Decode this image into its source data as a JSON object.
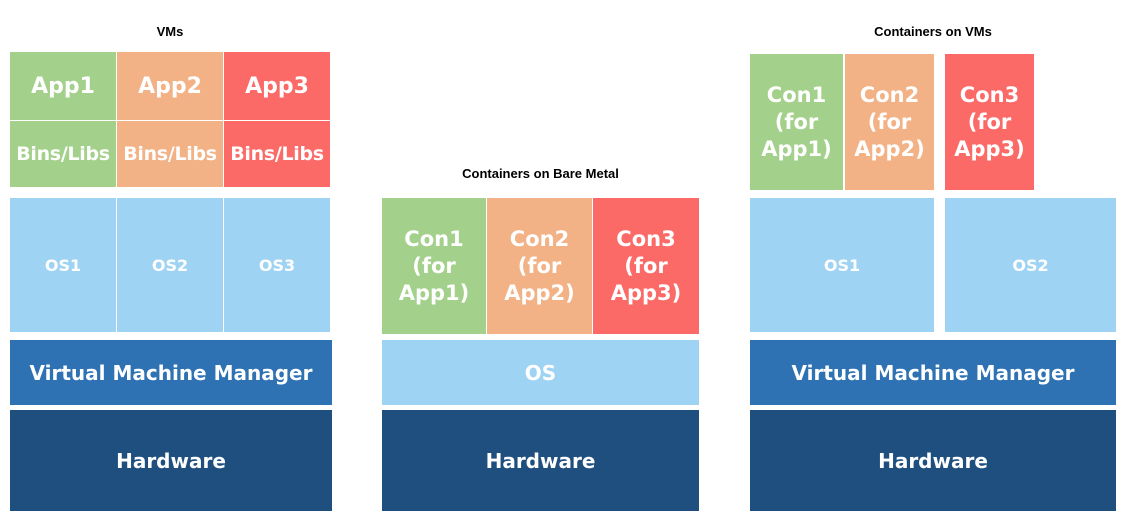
{
  "vms": {
    "title": "VMs",
    "apps": [
      "App1",
      "App2",
      "App3"
    ],
    "libs": [
      "Bins/Libs",
      "Bins/Libs",
      "Bins/Libs"
    ],
    "os": [
      "OS1",
      "OS2",
      "OS3"
    ],
    "manager": "Virtual Machine Manager",
    "hardware": "Hardware"
  },
  "bare_metal": {
    "title": "Containers on Bare Metal",
    "containers": [
      "Con1\n(for\nApp1)",
      "Con2\n(for\nApp2)",
      "Con3\n(for\nApp3)"
    ],
    "os": "OS",
    "hardware": "Hardware"
  },
  "containers_on_vms": {
    "title": "Containers on VMs",
    "containers": [
      "Con1\n(for\nApp1)",
      "Con2\n(for\nApp2)",
      "Con3\n(for\nApp3)"
    ],
    "os": [
      "OS1",
      "OS2"
    ],
    "manager": "Virtual Machine Manager",
    "hardware": "Hardware"
  },
  "colors": {
    "app1": "#a3d08a",
    "app2": "#f2b285",
    "app3": "#fb6a67",
    "os": "#9fd3f3",
    "manager": "#2e72b4",
    "hardware": "#1f4f7f"
  }
}
